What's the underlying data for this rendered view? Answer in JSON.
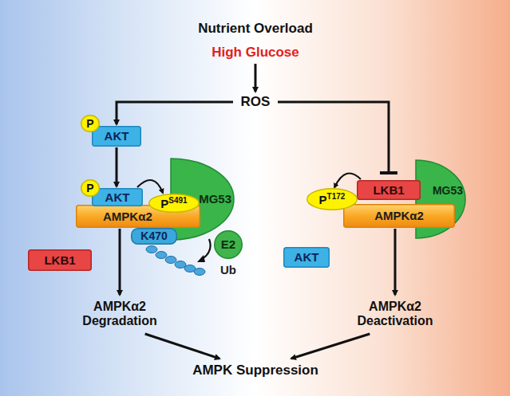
{
  "diagram": {
    "title": "Nutrient Overload",
    "nodes": [
      {
        "text": [
          "High Glucose"
        ]
      },
      {
        "text": [
          "ROS"
        ]
      },
      {
        "text": [
          "P"
        ]
      },
      {
        "text": [
          "AKT"
        ]
      },
      {
        "text": [
          "P"
        ]
      },
      {
        "text": [
          "AKT"
        ]
      },
      {
        "text": [
          "AMPKα2"
        ]
      },
      {
        "text": [
          "P",
          "S491"
        ]
      },
      {
        "text": [
          "MG53"
        ]
      },
      {
        "text": [
          "K470"
        ]
      },
      {
        "text": [
          "E2"
        ]
      },
      {
        "text": [
          "LKB1"
        ]
      },
      {
        "text": [
          "LKB1"
        ]
      },
      {
        "text": [
          "P",
          "T172"
        ]
      },
      {
        "text": [
          "AMPKα2"
        ]
      },
      {
        "text": [
          "MG53"
        ]
      },
      {
        "text": [
          "AKT"
        ]
      },
      {
        "text": [
          "AMPKα2 Degradation"
        ]
      },
      {
        "text": [
          "AMPKα2 Deactivation"
        ]
      },
      {
        "text": [
          "AMPK Suppression"
        ]
      }
    ],
    "edges": [
      {
        "from": 0,
        "to": 1,
        "arrow": "to"
      },
      {
        "from": 1,
        "to": 3,
        "arrow": "to"
      },
      {
        "from": 1,
        "to": 12,
        "arrow": "to"
      },
      {
        "from": 3,
        "to": 5,
        "arrow": "to"
      },
      {
        "from": 5,
        "to": 7,
        "arrow": "to"
      },
      {
        "from": 12,
        "to": 13,
        "arrow": "to"
      },
      {
        "from": 6,
        "to": 17,
        "arrow": "to"
      },
      {
        "from": 14,
        "to": 18,
        "arrow": "to"
      },
      {
        "from": 17,
        "to": 19,
        "arrow": "to"
      },
      {
        "from": 18,
        "to": 19,
        "arrow": "to"
      }
    ],
    "labels": [
      "Ub"
    ]
  }
}
